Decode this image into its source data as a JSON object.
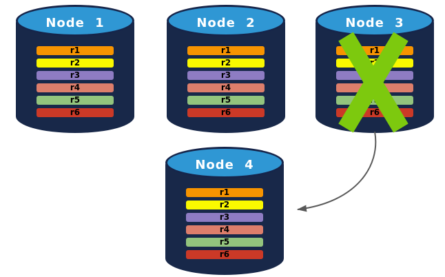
{
  "diagram": {
    "description": "Database replication failover diagram",
    "colors": {
      "background": "#FFFFFF",
      "cylinder_body": "#182849",
      "cylinder_top": "#2F97D4",
      "cylinder_outline": "#16254A",
      "title_text": "#FFFFFF",
      "bar_text": "#000000",
      "failure_x": "#7DC90E",
      "arrow": "#595959"
    },
    "nodes": [
      {
        "label": "Node 1",
        "failed": false,
        "replicas": [
          {
            "label": "r1",
            "color": "#F79400"
          },
          {
            "label": "r2",
            "color": "#FAF900"
          },
          {
            "label": "r3",
            "color": "#8E7CC3"
          },
          {
            "label": "r4",
            "color": "#DD7E6B"
          },
          {
            "label": "r5",
            "color": "#93C47D"
          },
          {
            "label": "r6",
            "color": "#CB3927"
          }
        ]
      },
      {
        "label": "Node 2",
        "failed": false,
        "replicas": [
          {
            "label": "r1",
            "color": "#F79400"
          },
          {
            "label": "r2",
            "color": "#FAF900"
          },
          {
            "label": "r3",
            "color": "#8E7CC3"
          },
          {
            "label": "r4",
            "color": "#DD7E6B"
          },
          {
            "label": "r5",
            "color": "#93C47D"
          },
          {
            "label": "r6",
            "color": "#CB3927"
          }
        ]
      },
      {
        "label": "Node 3",
        "failed": true,
        "replicas": [
          {
            "label": "r1",
            "color": "#F79400"
          },
          {
            "label": "r2",
            "color": "#FAF900"
          },
          {
            "label": "r3",
            "color": "#8E7CC3"
          },
          {
            "label": "r4",
            "color": "#DD7E6B"
          },
          {
            "label": "r5",
            "color": "#93C47D"
          },
          {
            "label": "r6",
            "color": "#CB3927"
          }
        ]
      },
      {
        "label": "Node 4",
        "failed": false,
        "replicas": [
          {
            "label": "r1",
            "color": "#F79400"
          },
          {
            "label": "r2",
            "color": "#FAF900"
          },
          {
            "label": "r3",
            "color": "#8E7CC3"
          },
          {
            "label": "r4",
            "color": "#DD7E6B"
          },
          {
            "label": "r5",
            "color": "#93C47D"
          },
          {
            "label": "r6",
            "color": "#CB3927"
          }
        ]
      }
    ],
    "arrow": {
      "from": "Node 3",
      "to": "Node 4"
    }
  }
}
